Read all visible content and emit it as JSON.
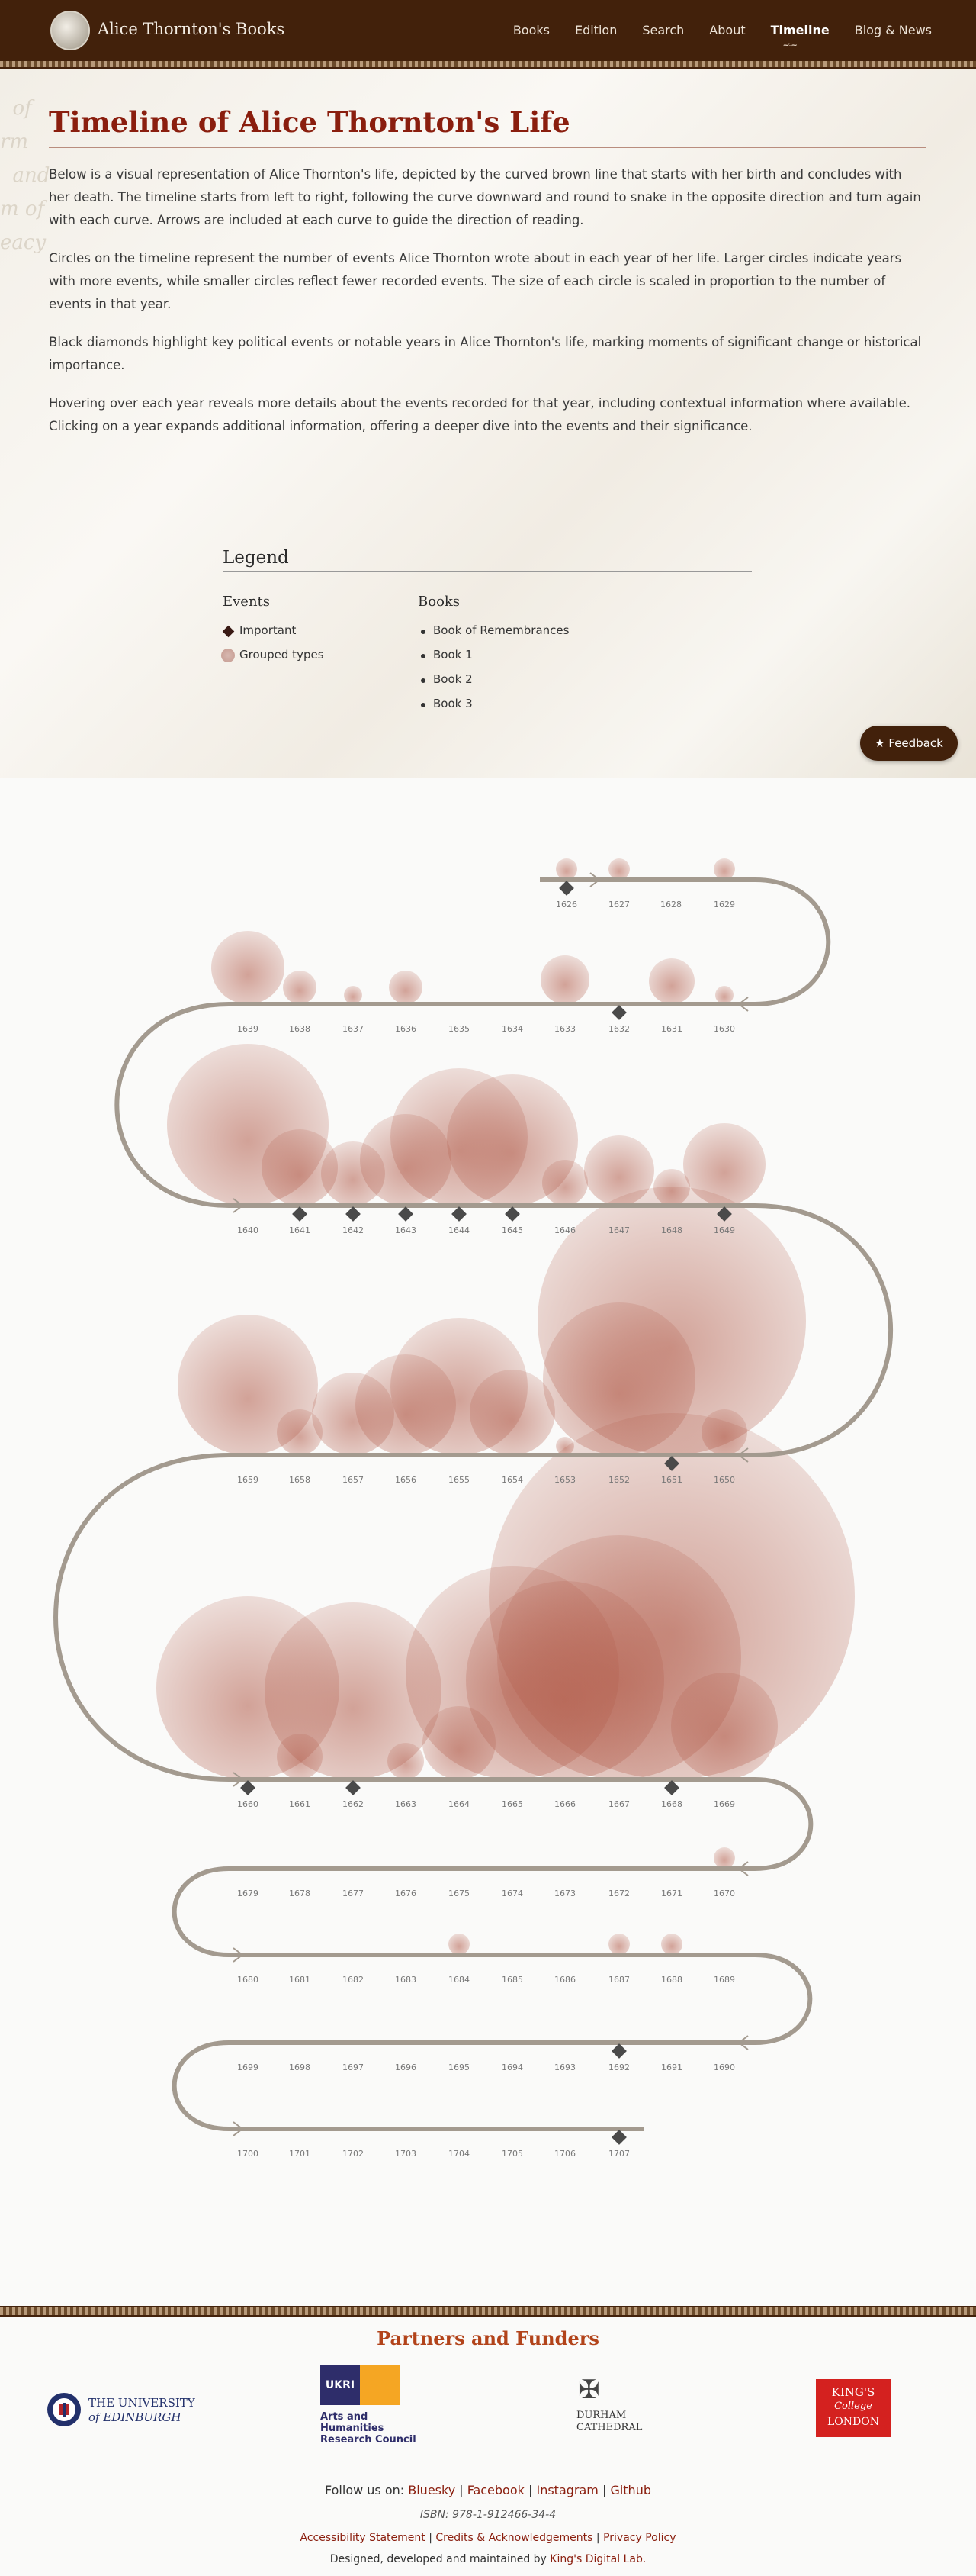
{
  "site": {
    "title": "Alice Thornton's Books",
    "nav": [
      "Books",
      "Edition",
      "Search",
      "About",
      "Timeline",
      "Blog & News"
    ],
    "nav_active": "Timeline"
  },
  "header": {
    "title": "Timeline of Alice Thornton's Life",
    "paragraphs": [
      "Below is a visual representation of Alice Thornton's life, depicted by the curved brown line that starts with her birth and concludes with her death. The timeline starts from left to right, following the curve downward and round to snake in the opposite direction and turn again with each curve. Arrows are included at each curve to guide the direction of reading.",
      "Circles on the timeline represent the number of events Alice Thornton wrote about in each year of her life. Larger circles indicate years with more events, while smaller circles reflect fewer recorded events. The size of each circle is scaled in proportion to the number of events in that year.",
      "Black diamonds highlight key political events or notable years in Alice Thornton's life, marking moments of significant change or historical importance.",
      "Hovering over each year reveals more details about the events recorded for that year, including contextual information where available. Clicking on a year expands additional information, offering a deeper dive into the events and their significance."
    ]
  },
  "legend": {
    "title": "Legend",
    "events_title": "Events",
    "events": [
      "Important",
      "Grouped types"
    ],
    "books_title": "Books",
    "books": [
      "Book of Remembrances",
      "Book 1",
      "Book 2",
      "Book 3"
    ]
  },
  "feedback_label": "Feedback",
  "timeline": {
    "rows": [
      {
        "years": [
          "1626",
          "1627",
          "1628",
          "1629"
        ],
        "circles": [
          14,
          14,
          0,
          14
        ],
        "important": [
          "1626"
        ]
      },
      {
        "years": [
          "1639",
          "1638",
          "1637",
          "1636",
          "1635",
          "1634",
          "1633",
          "1632",
          "1631",
          "1630"
        ],
        "circles": [
          48,
          22,
          12,
          22,
          0,
          0,
          32,
          0,
          30,
          12
        ],
        "important": [
          "1632"
        ]
      },
      {
        "years": [
          "1640",
          "1641",
          "1642",
          "1643",
          "1644",
          "1645",
          "1646",
          "1647",
          "1648",
          "1649"
        ],
        "circles": [
          106,
          50,
          42,
          60,
          90,
          86,
          30,
          46,
          24,
          54
        ],
        "important": [
          "1641",
          "1642",
          "1643",
          "1644",
          "1645",
          "1649"
        ]
      },
      {
        "years": [
          "1659",
          "1658",
          "1657",
          "1656",
          "1655",
          "1654",
          "1653",
          "1652",
          "1651",
          "1650"
        ],
        "circles": [
          92,
          30,
          54,
          66,
          90,
          56,
          12,
          100,
          176,
          30
        ],
        "important": [
          "1651"
        ]
      },
      {
        "years": [
          "1660",
          "1661",
          "1662",
          "1663",
          "1664",
          "1665",
          "1666",
          "1667",
          "1668",
          "1669"
        ],
        "circles": [
          120,
          30,
          116,
          24,
          48,
          140,
          130,
          160,
          240,
          70
        ],
        "important": [
          "1660",
          "1662",
          "1668"
        ]
      },
      {
        "years": [
          "1679",
          "1678",
          "1677",
          "1676",
          "1675",
          "1674",
          "1673",
          "1672",
          "1671",
          "1670"
        ],
        "circles": [
          0,
          0,
          0,
          0,
          0,
          0,
          0,
          0,
          0,
          14
        ],
        "important": []
      },
      {
        "years": [
          "1680",
          "1681",
          "1682",
          "1683",
          "1684",
          "1685",
          "1686",
          "1687",
          "1688",
          "1689"
        ],
        "circles": [
          0,
          0,
          0,
          0,
          14,
          0,
          0,
          14,
          14,
          0
        ],
        "important": []
      },
      {
        "years": [
          "1699",
          "1698",
          "1697",
          "1696",
          "1695",
          "1694",
          "1693",
          "1692",
          "1691",
          "1690"
        ],
        "circles": [
          0,
          0,
          0,
          0,
          0,
          0,
          0,
          0,
          0,
          0
        ],
        "important": [
          "1692"
        ]
      },
      {
        "years": [
          "1700",
          "1701",
          "1702",
          "1703",
          "1704",
          "1705",
          "1706",
          "1707"
        ],
        "circles": [
          0,
          0,
          0,
          0,
          0,
          0,
          0,
          0
        ],
        "important": [
          "1707"
        ]
      }
    ]
  },
  "footer": {
    "partners_title": "Partners and Funders",
    "partners": [
      {
        "line1": "THE UNIVERSITY",
        "line2": "of EDINBURGH"
      },
      {
        "logo": "UKRI",
        "line1": "Arts and",
        "line2": "Humanities",
        "line3": "Research Council"
      },
      {
        "line1": "DURHAM",
        "line2": "CATHEDRAL"
      },
      {
        "line1": "KING'S",
        "line2": "College",
        "line3": "LONDON"
      }
    ],
    "follow_label": "Follow us on:",
    "social": [
      "Bluesky",
      "Facebook",
      "Instagram",
      "Github"
    ],
    "isbn": "ISBN: 978-1-912466-34-4",
    "links": [
      "Accessibility Statement",
      "Credits & Acknowledgements",
      "Privacy Policy"
    ],
    "credit_prefix": "Designed, developed and maintained by",
    "credit_link": "King's Digital Lab."
  },
  "colors": {
    "nav_bg": "#42210b",
    "title_red": "#8a1e0e",
    "timeline_line": "#a39a8f",
    "circle": "#b15a48",
    "diamond": "#4a4a4a"
  }
}
